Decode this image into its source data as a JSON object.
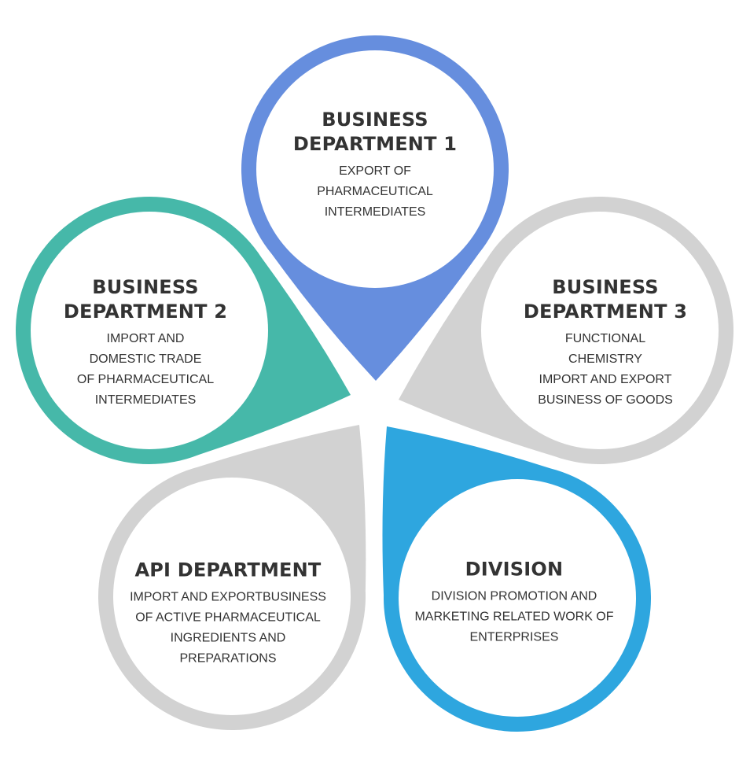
{
  "colors": {
    "blue": "#668ede",
    "teal": "#46b8a9",
    "gray": "#d2d2d2",
    "cyan": "#2ea6df",
    "text": "#333333",
    "background": "#ffffff"
  },
  "departments": [
    {
      "id": "business-department-1",
      "title": "BUSINESS\nDEPARTMENT 1",
      "description": "EXPORT OF\nPHARMACEUTICAL\nINTERMEDIATES",
      "color": "#668ede",
      "position": "top"
    },
    {
      "id": "business-department-2",
      "title": "BUSINESS\nDEPARTMENT 2",
      "description": "IMPORT AND\nDOMESTIC TRADE\nOF PHARMACEUTICAL\nINTERMEDIATES",
      "color": "#46b8a9",
      "position": "left"
    },
    {
      "id": "business-department-3",
      "title": "BUSINESS\nDEPARTMENT 3",
      "description": "FUNCTIONAL\nCHEMISTRY\nIMPORT AND EXPORT\nBUSINESS OF GOODS",
      "color": "#d2d2d2",
      "position": "right"
    },
    {
      "id": "api-department",
      "title": "API DEPARTMENT",
      "description": "IMPORT AND EXPORTBUSINESS\nOF ACTIVE PHARMACEUTICAL\nINGREDIENTS AND\nPREPARATIONS",
      "color": "#d2d2d2",
      "position": "bottom-left"
    },
    {
      "id": "division",
      "title": "DIVISION",
      "description": "DIVISION PROMOTION AND\nMARKETING RELATED WORK OF\nENTERPRISES",
      "color": "#2ea6df",
      "position": "bottom-right"
    }
  ]
}
